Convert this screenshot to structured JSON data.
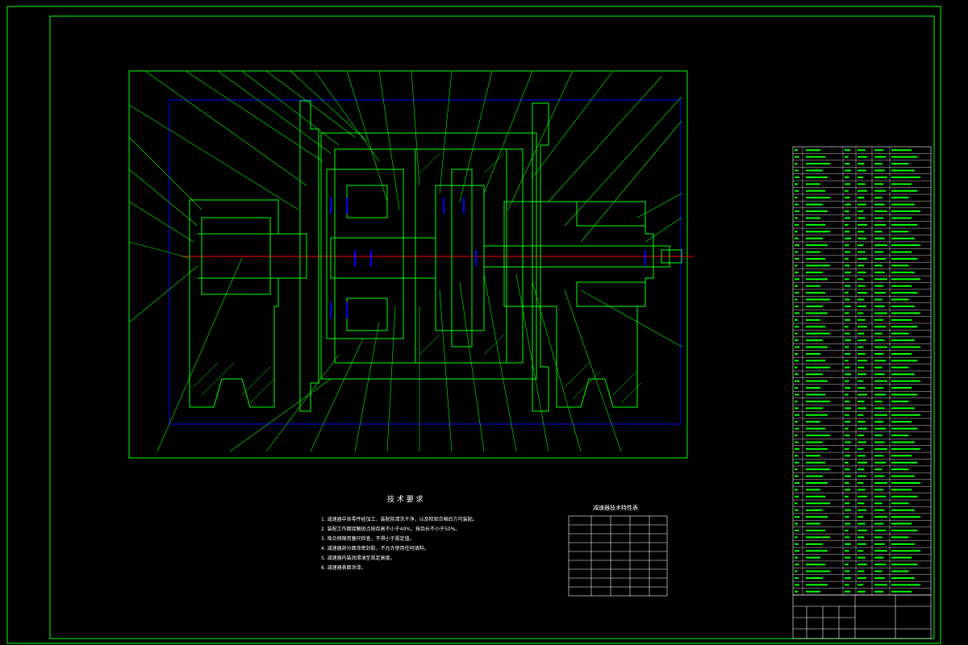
{
  "notes": {
    "title": "技 术 要 求",
    "lines": [
      "1. 减速器中各零件经加工、装配前清洗干净，以及检验合格后方可装配。",
      "2. 装配工作面接触斑点按齿高不小于40%，按齿长不小于50%。",
      "3. 啮合侧隙用塞尺检查，不得小于规定值。",
      "4. 减速器剖分面涂密封胶，不允许使用任何填料。",
      "5. 减速器内装润滑油至规定高度。",
      "6. 减速器表面涂漆。"
    ]
  },
  "param_table": {
    "title": "减速器技术特性表",
    "headers": [
      "",
      "",
      "",
      ""
    ],
    "rows": [
      [
        "",
        "",
        "",
        ""
      ],
      [
        "",
        "",
        "",
        ""
      ],
      [
        "",
        "",
        "",
        ""
      ],
      [
        "",
        "",
        "",
        ""
      ],
      [
        "",
        "",
        "",
        ""
      ],
      [
        "",
        "",
        "",
        ""
      ],
      [
        "",
        "",
        "",
        ""
      ],
      [
        "",
        "",
        "",
        ""
      ]
    ]
  },
  "bom_rows": 66,
  "title_block": {
    "drawing_name": "",
    "school": ""
  },
  "colors": {
    "line": "#00ff00",
    "hidden": "#0000ff",
    "center": "#ff0000",
    "text": "#ffffff",
    "cut": "#ffff00"
  }
}
